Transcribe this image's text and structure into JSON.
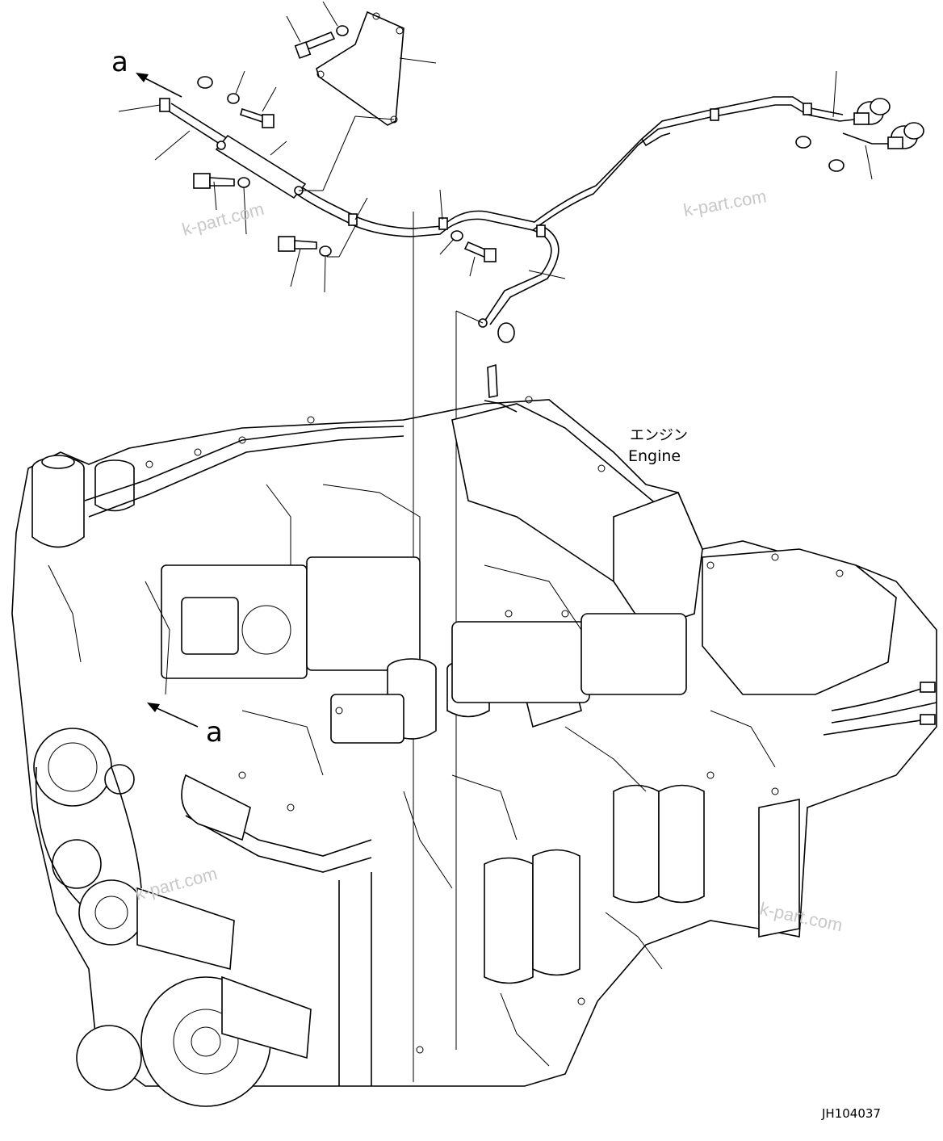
{
  "callouts": {
    "arrow_top": "a",
    "arrow_engine": "a"
  },
  "engine_label": {
    "jp": "エンジン",
    "en": "Engine"
  },
  "watermarks": [
    "k-part.com",
    "k-part.com",
    "k-part.com",
    "k-part.com"
  ],
  "drawing_code": "JH104037"
}
